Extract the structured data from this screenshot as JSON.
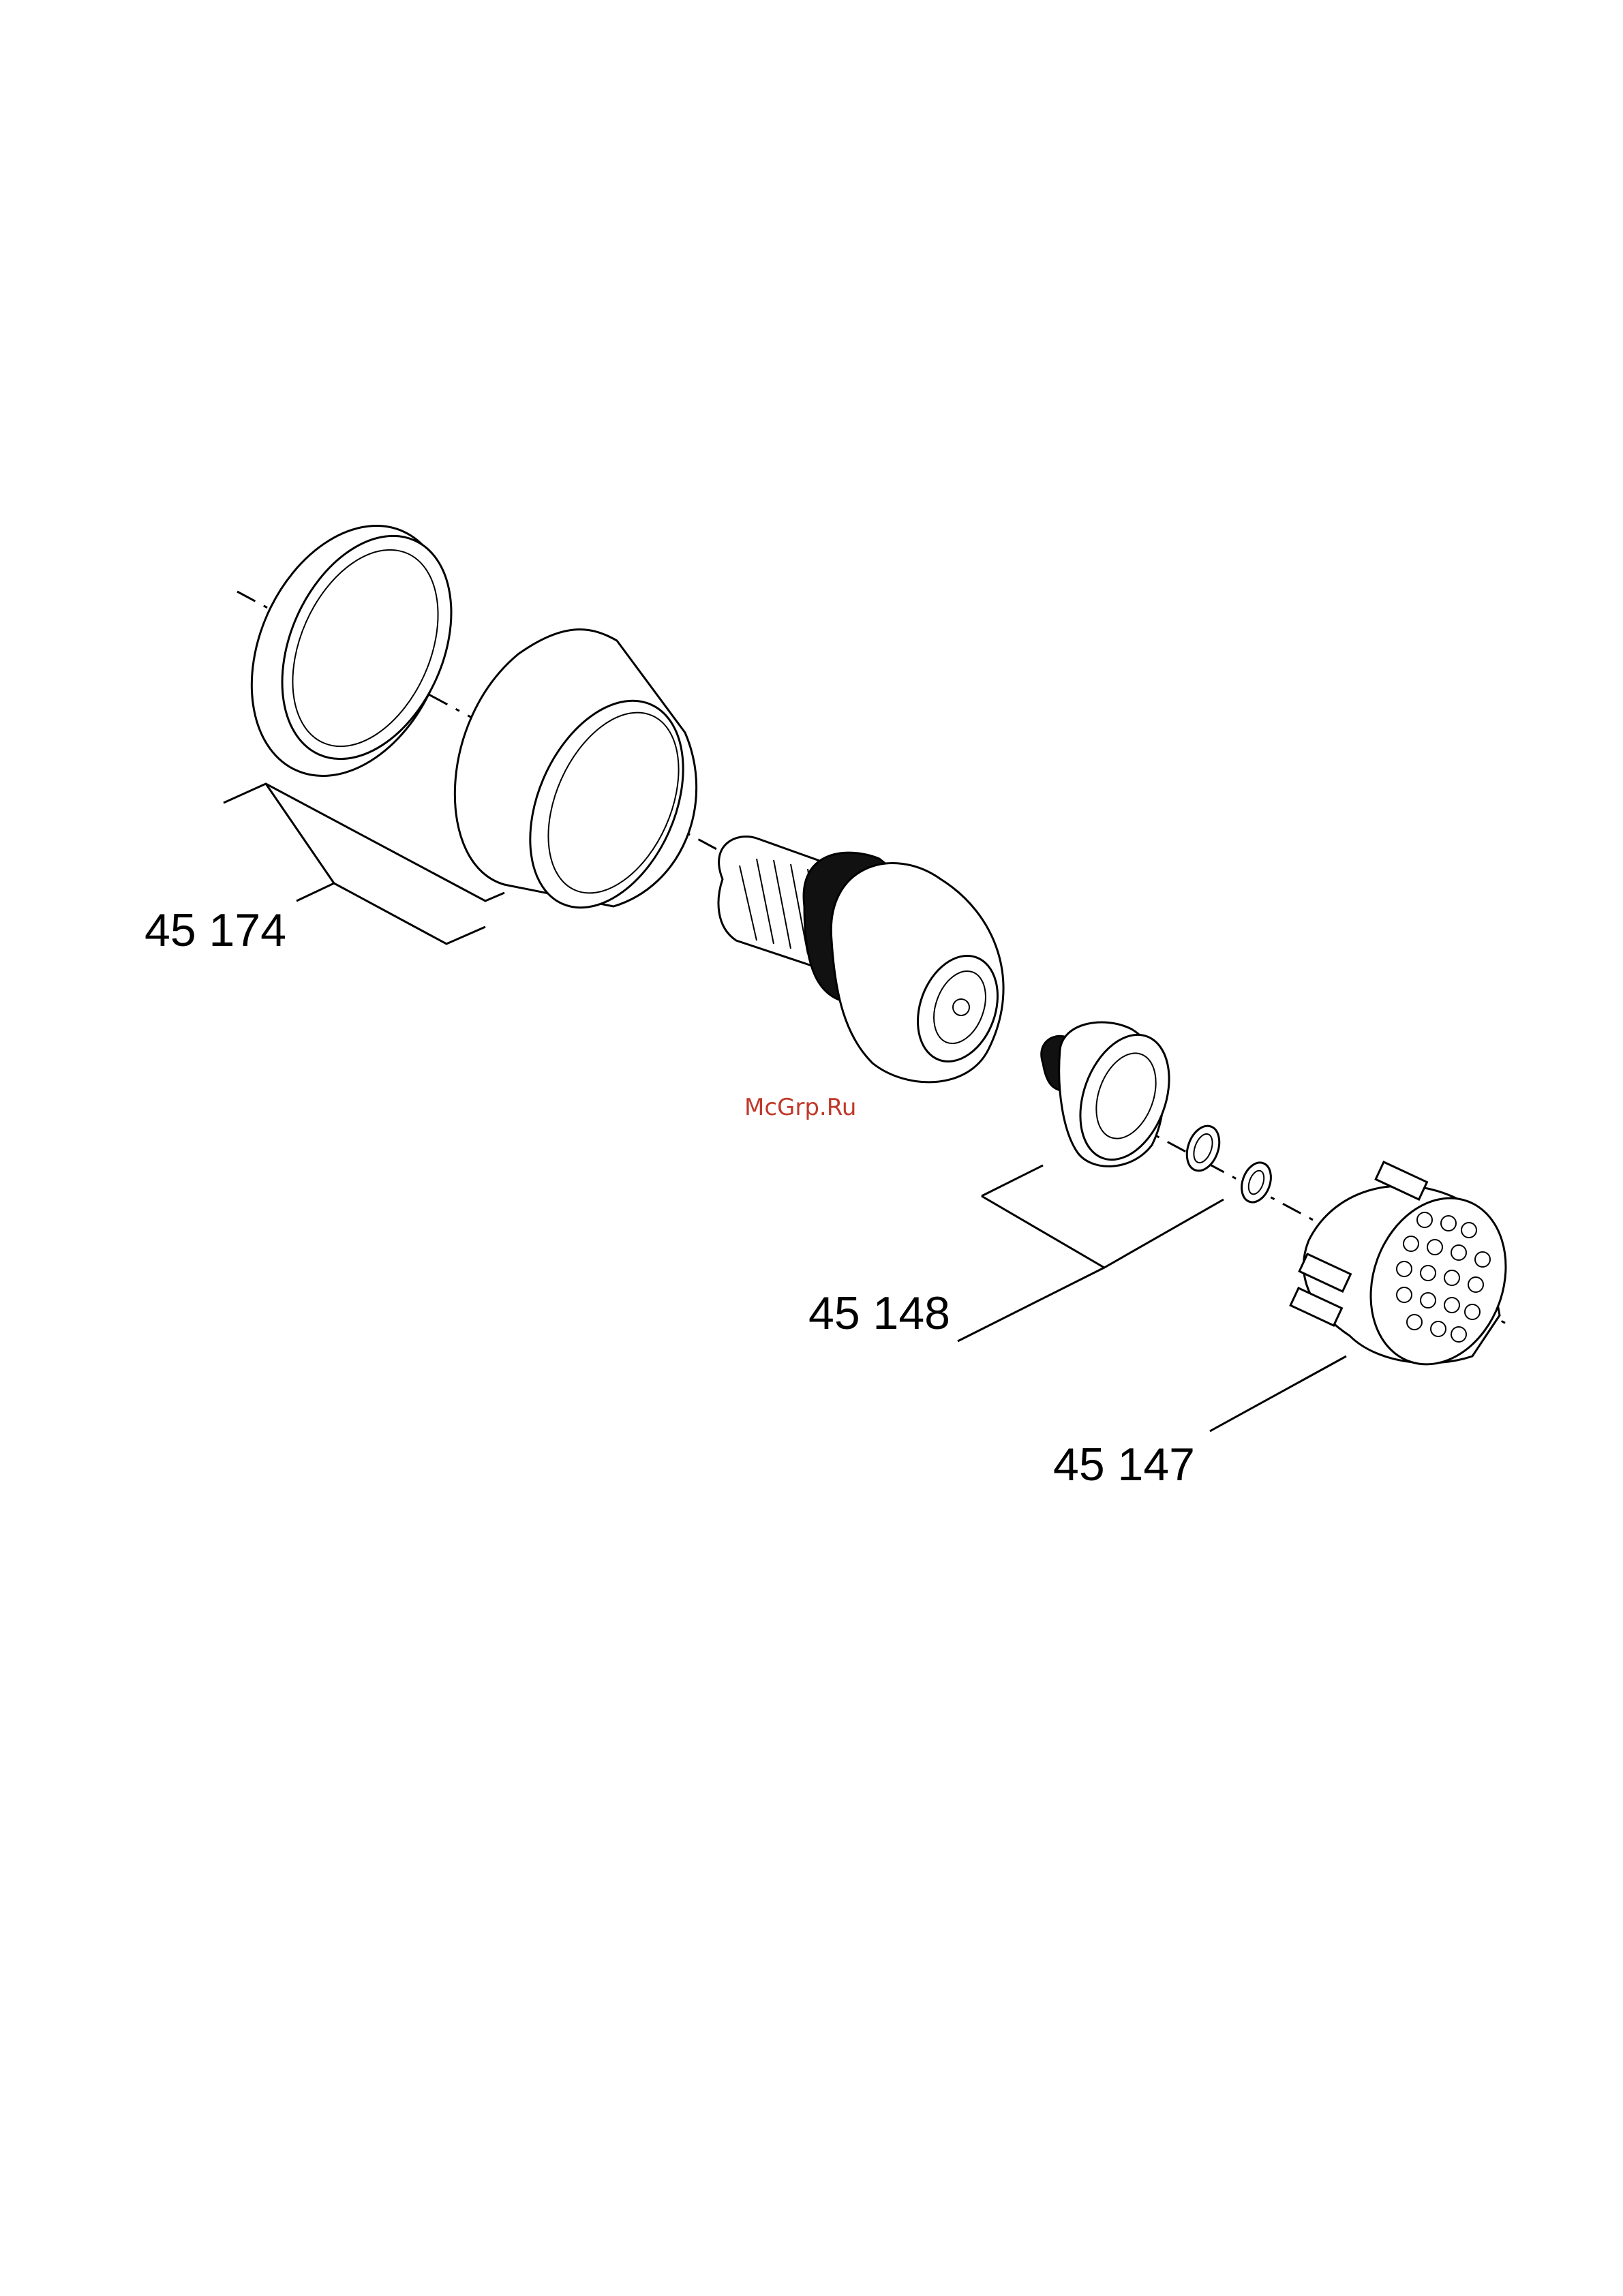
{
  "parts": [
    {
      "id": "part-45174",
      "number": "45 174",
      "description": "decorative ring and cone cover"
    },
    {
      "id": "part-45148",
      "number": "45 148",
      "description": "flow insert with seal rings"
    },
    {
      "id": "part-45147",
      "number": "45 147",
      "description": "spray head"
    }
  ],
  "watermark": "McGrp.Ru",
  "colors": {
    "line": "#000000",
    "watermark": "#c0392b",
    "background": "#ffffff"
  }
}
